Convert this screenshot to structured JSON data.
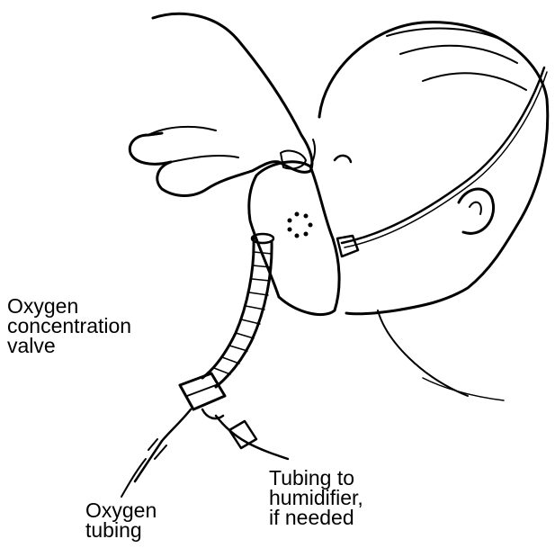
{
  "labels": {
    "valve": "Oxygen\nconcentration\nvalve",
    "oxygen_tubing": "Oxygen\ntubing",
    "humidifier_tubing": "Tubing to\nhumidifier,\nif needed"
  },
  "colors": {
    "ink": "#000000",
    "paper": "#ffffff"
  }
}
